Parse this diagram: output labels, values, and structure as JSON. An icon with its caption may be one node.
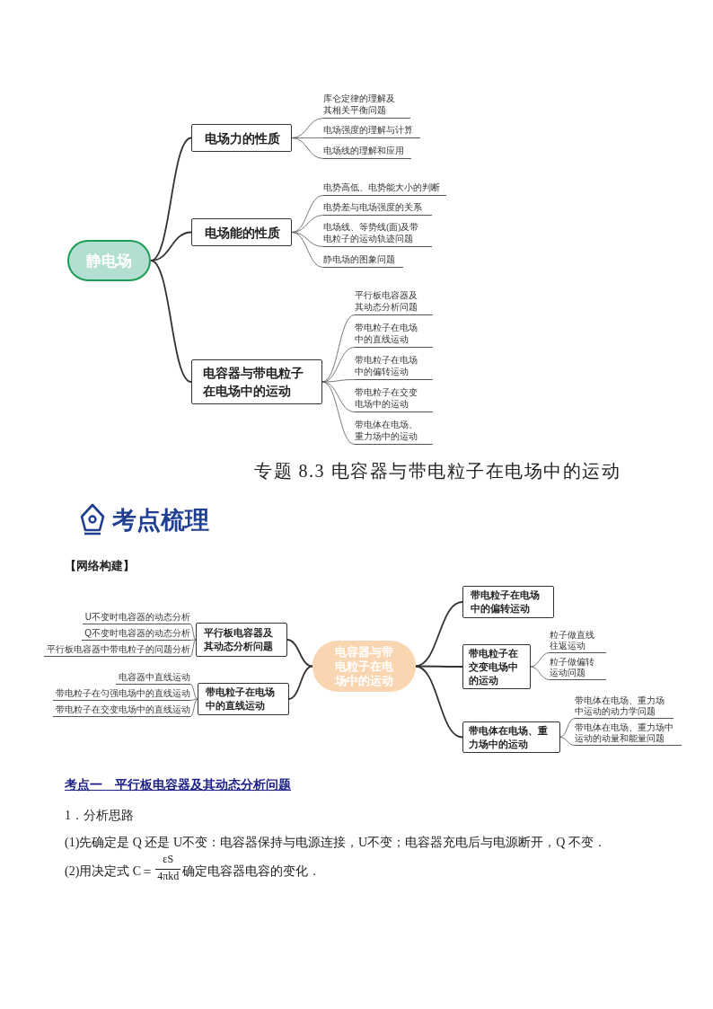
{
  "diagram": {
    "title": "专题 8.3 电容器与带电粒子在电场中的运动",
    "nodes": [
      {
        "text": [
          "静电场"
        ]
      },
      {
        "text": [
          "电场力的性质"
        ]
      },
      {
        "text": [
          "库仑定律的理解及其相关平衡问题"
        ]
      },
      {
        "text": [
          "电场强度的理解与计算"
        ]
      },
      {
        "text": [
          "电场线的理解和应用"
        ]
      },
      {
        "text": [
          "电场能的性质"
        ]
      },
      {
        "text": [
          "电势高低、电势能大小的判断"
        ]
      },
      {
        "text": [
          "电势差与电场强度的关系"
        ]
      },
      {
        "text": [
          "电场线、等势线(面)及带电粒子的运动轨迹问题"
        ]
      },
      {
        "text": [
          "静电场的图象问题"
        ]
      },
      {
        "text": [
          "电容器与带电粒子在电场中的运动"
        ]
      },
      {
        "text": [
          "平行板电容器及其动态分析问题"
        ]
      },
      {
        "text": [
          "带电粒子在电场中的直线运动"
        ]
      },
      {
        "text": [
          "带电粒子在电场中的偏转运动"
        ]
      },
      {
        "text": [
          "带电粒子在交变电场中的运动"
        ]
      },
      {
        "text": [
          "带电体在电场、重力场中的运动"
        ]
      },
      {
        "text": [
          "电容器与带电粒子在电场中的运动"
        ]
      },
      {
        "text": [
          "平行板电容器及其动态分析问题"
        ]
      },
      {
        "text": [
          "U不变时电容器的动态分析"
        ]
      },
      {
        "text": [
          "Q不变时电容器的动态分析"
        ]
      },
      {
        "text": [
          "平行板电容器中带电粒子的问题分析"
        ]
      },
      {
        "text": [
          "带电粒子在电场中的直线运动"
        ]
      },
      {
        "text": [
          "电容器中直线运动"
        ]
      },
      {
        "text": [
          "带电粒子在匀强电场中的直线运动"
        ]
      },
      {
        "text": [
          "带电粒子在交变电场中的直线运动"
        ]
      },
      {
        "text": [
          "带电粒子在电场中的偏转运动"
        ]
      },
      {
        "text": [
          "带电粒子在交变电场中的运动"
        ]
      },
      {
        "text": [
          "粒子做直线往返运动"
        ]
      },
      {
        "text": [
          "粒子做偏转运动问题"
        ]
      },
      {
        "text": [
          "带电体在电场、重力场中的运动"
        ]
      },
      {
        "text": [
          "带电体在电场、重力场中运动的动力学问题"
        ]
      },
      {
        "text": [
          "带电体在电场、重力场中运动的动量和能量问题"
        ]
      }
    ],
    "edges": [
      {
        "from": 0,
        "to": 1,
        "arrow": "none"
      },
      {
        "from": 1,
        "to": 2,
        "arrow": "none"
      },
      {
        "from": 1,
        "to": 3,
        "arrow": "none"
      },
      {
        "from": 1,
        "to": 4,
        "arrow": "none"
      },
      {
        "from": 0,
        "to": 5,
        "arrow": "none"
      },
      {
        "from": 5,
        "to": 6,
        "arrow": "none"
      },
      {
        "from": 5,
        "to": 7,
        "arrow": "none"
      },
      {
        "from": 5,
        "to": 8,
        "arrow": "none"
      },
      {
        "from": 5,
        "to": 9,
        "arrow": "none"
      },
      {
        "from": 0,
        "to": 10,
        "arrow": "none"
      },
      {
        "from": 10,
        "to": 11,
        "arrow": "none"
      },
      {
        "from": 10,
        "to": 12,
        "arrow": "none"
      },
      {
        "from": 10,
        "to": 13,
        "arrow": "none"
      },
      {
        "from": 10,
        "to": 14,
        "arrow": "none"
      },
      {
        "from": 10,
        "to": 15,
        "arrow": "none"
      },
      {
        "from": 16,
        "to": 17,
        "arrow": "none"
      },
      {
        "from": 17,
        "to": 18,
        "arrow": "none"
      },
      {
        "from": 17,
        "to": 19,
        "arrow": "none"
      },
      {
        "from": 17,
        "to": 20,
        "arrow": "none"
      },
      {
        "from": 16,
        "to": 21,
        "arrow": "none"
      },
      {
        "from": 21,
        "to": 22,
        "arrow": "none"
      },
      {
        "from": 21,
        "to": 23,
        "arrow": "none"
      },
      {
        "from": 21,
        "to": 24,
        "arrow": "none"
      },
      {
        "from": 16,
        "to": 25,
        "arrow": "none"
      },
      {
        "from": 16,
        "to": 26,
        "arrow": "none"
      },
      {
        "from": 26,
        "to": 27,
        "arrow": "none"
      },
      {
        "from": 26,
        "to": 28,
        "arrow": "none"
      },
      {
        "from": 16,
        "to": 29,
        "arrow": "none"
      },
      {
        "from": 29,
        "to": 30,
        "arrow": "none"
      },
      {
        "from": 29,
        "to": 31,
        "arrow": "none"
      }
    ],
    "labels": [
      "考点梳理",
      "【网络构建】",
      "考点一　平行板电容器及其动态分析问题",
      "1．分析思路",
      "(1)先确定是 Q 还是 U不变：电容器保持与电源连接，U不变；电容器充电后与电源断开，Q 不变．",
      "(2)用决定式 C＝",
      "εS",
      "4πkd",
      "确定电容器电容的变化．"
    ]
  }
}
